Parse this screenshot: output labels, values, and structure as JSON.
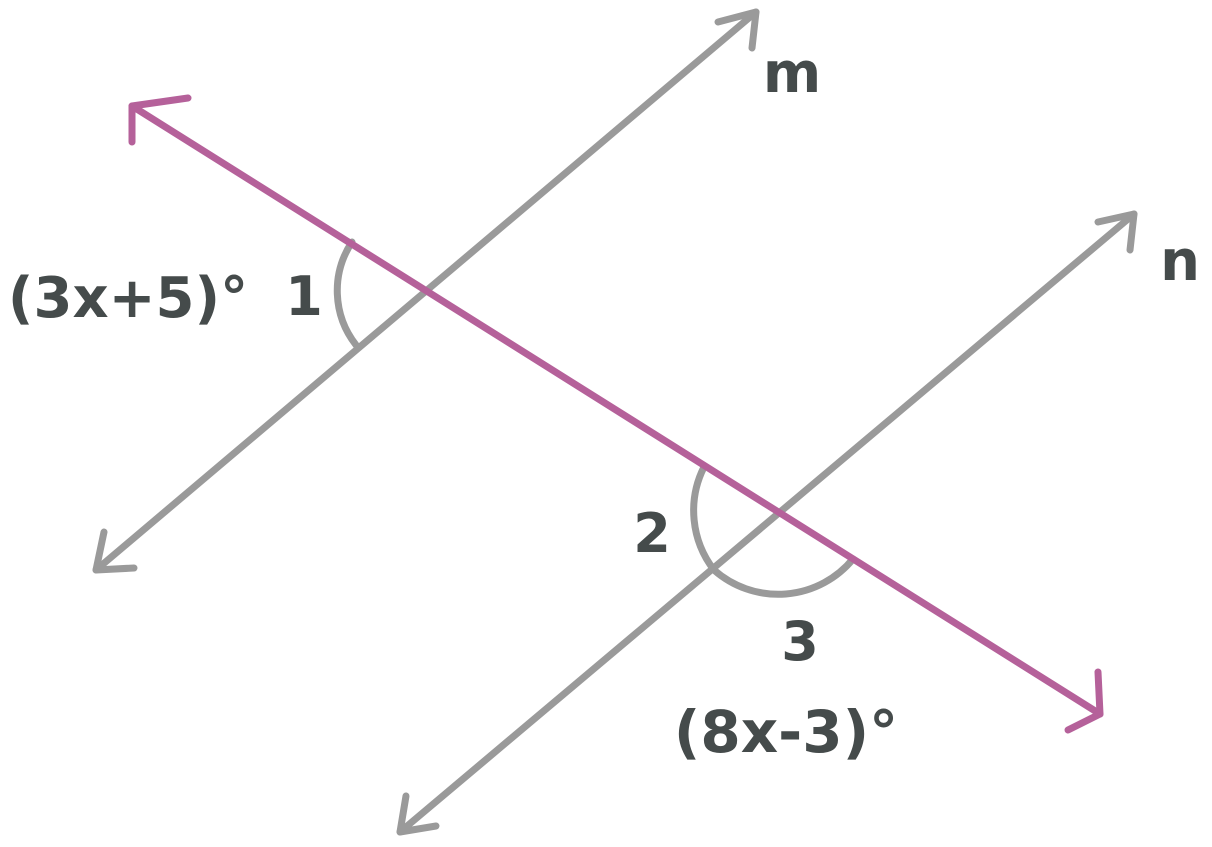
{
  "colors": {
    "parallel_lines": "#9a9a9a",
    "transversal": "#b5619a",
    "text": "#454b4b"
  },
  "lines": {
    "m": {
      "label": "m"
    },
    "n": {
      "label": "n"
    }
  },
  "angles": {
    "angle_1": {
      "label": "1",
      "expression": "(3x+5)°"
    },
    "angle_2": {
      "label": "2"
    },
    "angle_3": {
      "label": "3",
      "expression": "(8x-3)°"
    }
  }
}
